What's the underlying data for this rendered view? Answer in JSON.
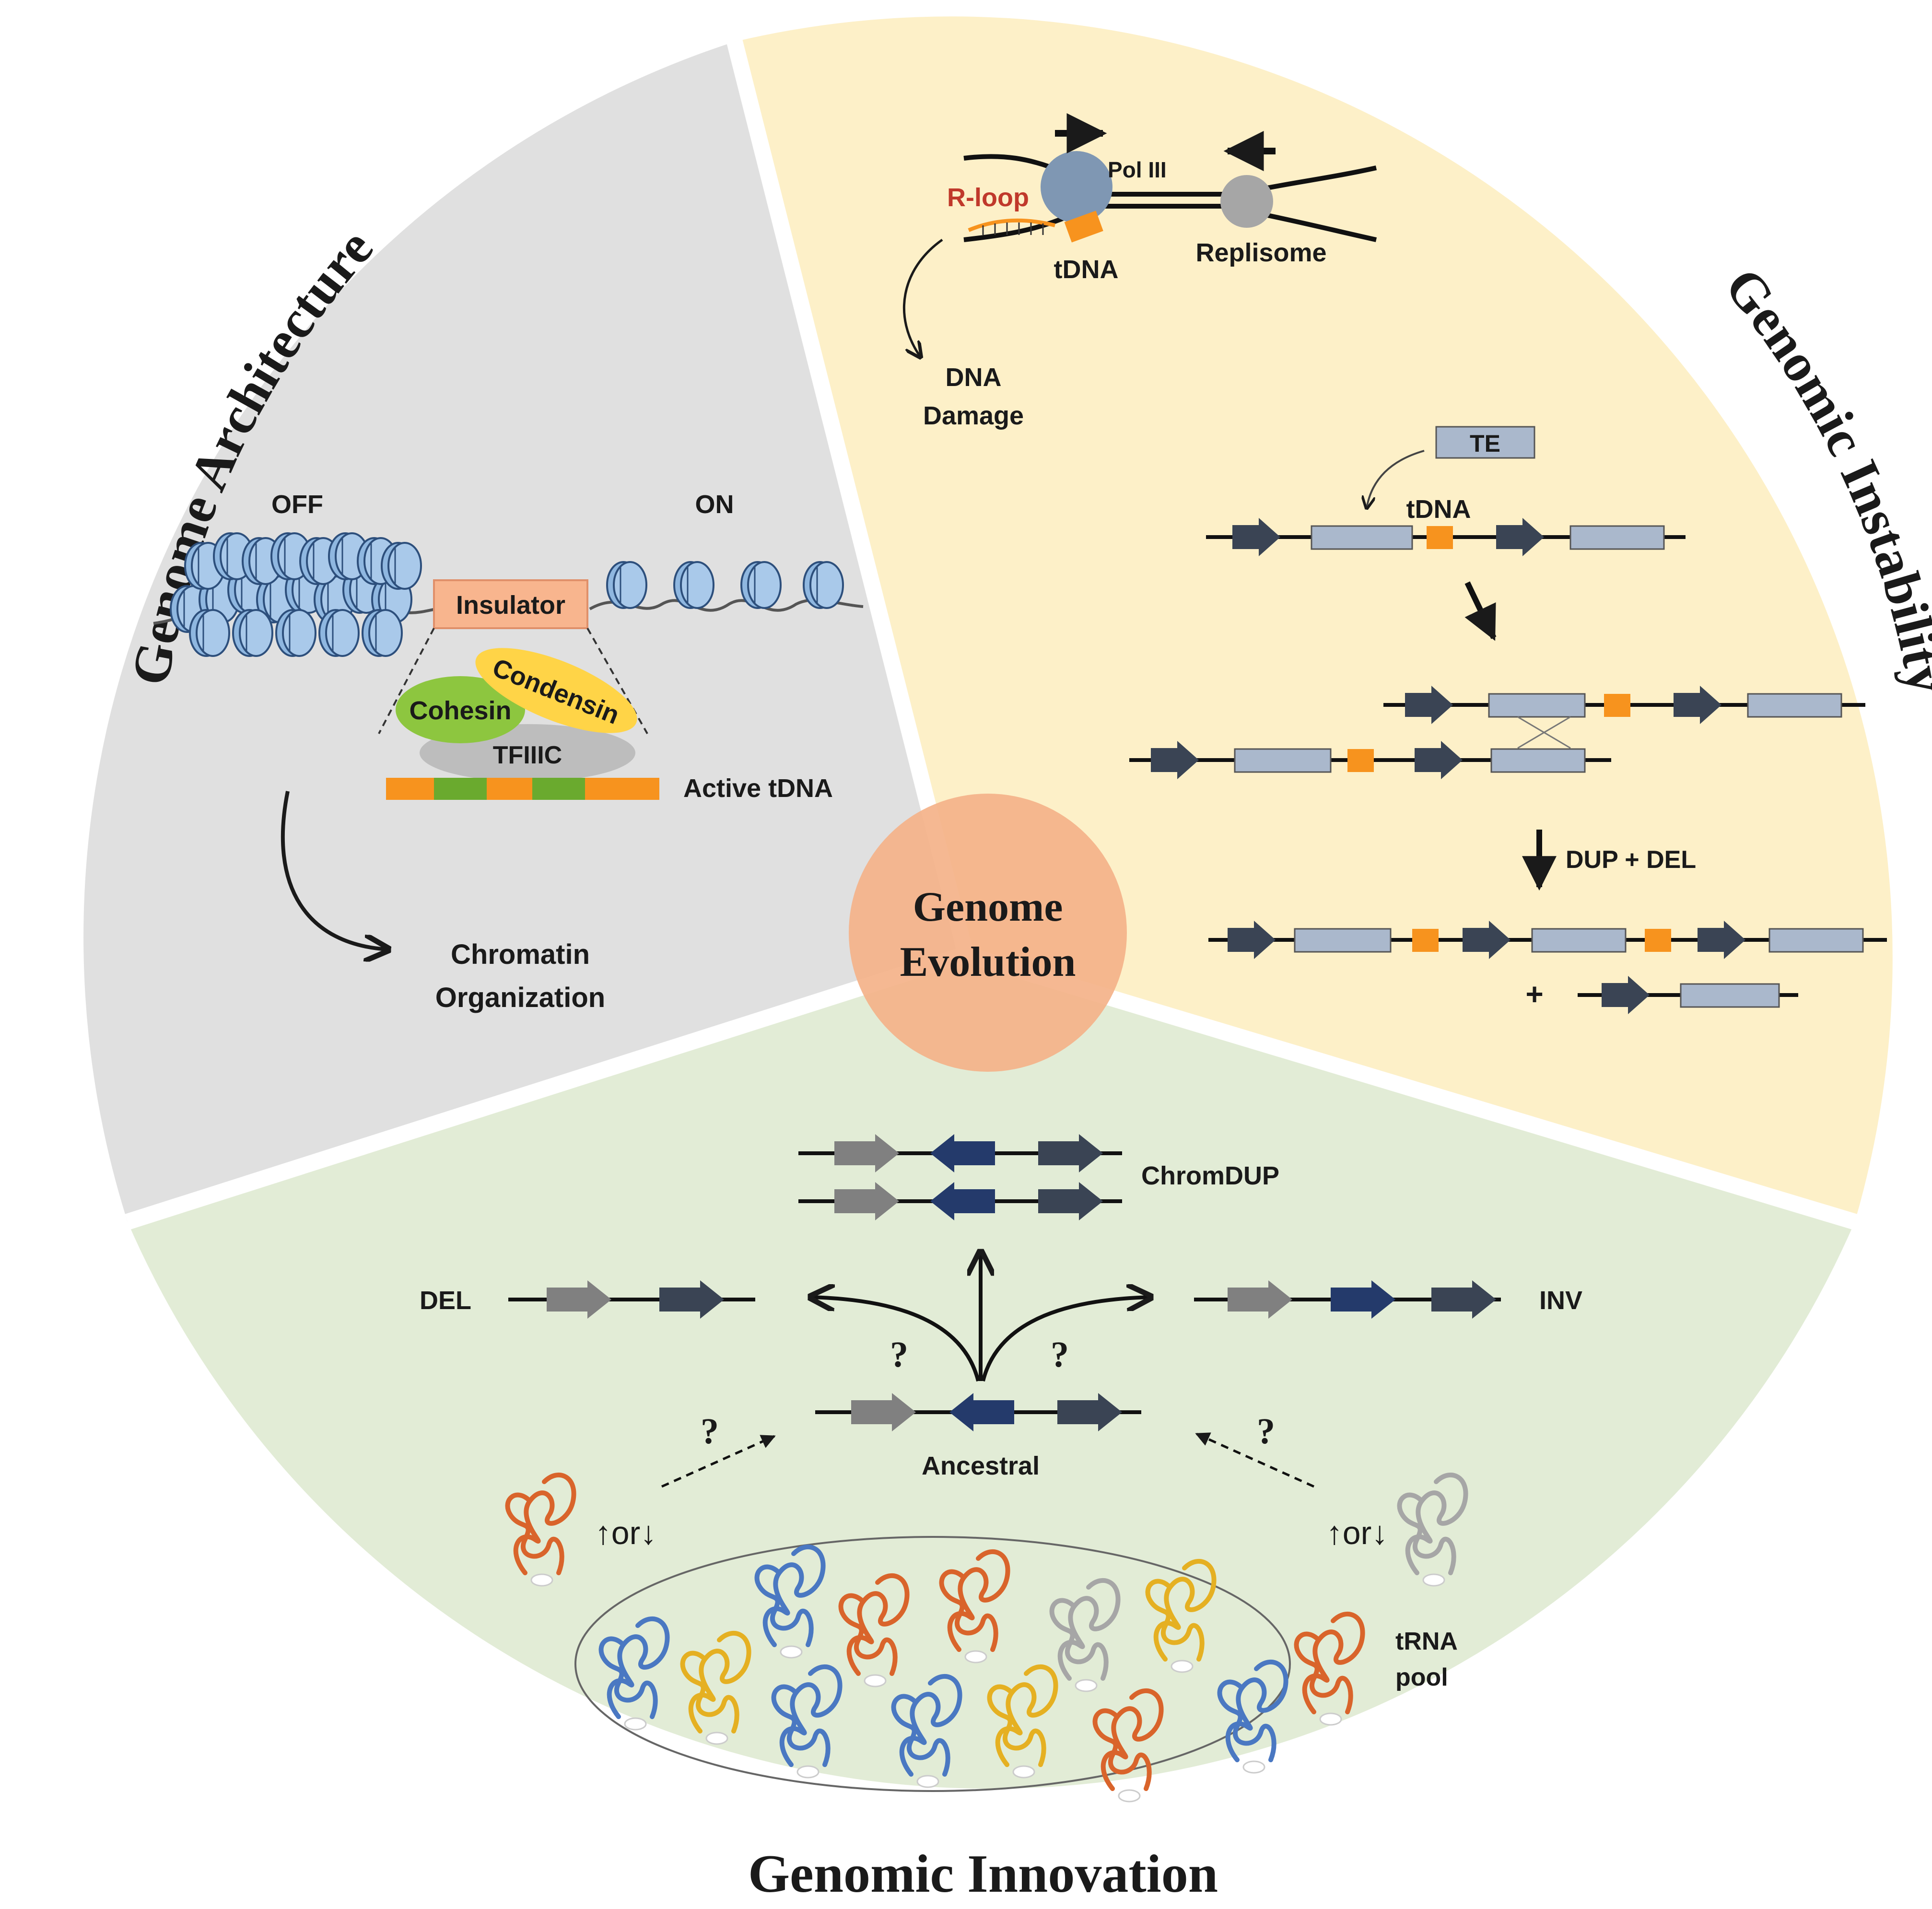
{
  "colors": {
    "architecture_bg": "#e0e0e0",
    "instability_bg": "#fdf0c8",
    "innovation_bg": "#e2ecd6",
    "center": "#f4b289",
    "tdna": "#f7931e",
    "gene_box": "#aab8cc",
    "arrow_dark": "#3a4454",
    "arrow_navy": "#243a6b",
    "arrow_gray": "#808080",
    "rloop": "#c0392b",
    "cohesin": "#8dc63f",
    "condensin": "#ffd447",
    "insulator": "#f8b58e",
    "tfiiic": "#bdbdbd",
    "trna_blue": "#4a78c2",
    "trna_orange": "#d9642b",
    "trna_yellow": "#e5b022",
    "trna_gray": "#a6a6a6"
  },
  "center": {
    "line1": "Genome",
    "line2": "Evolution"
  },
  "sections": {
    "architecture": "Genome Architecture",
    "instability": "Genomic Instability",
    "innovation": "Genomic Innovation"
  },
  "architecture": {
    "off": "OFF",
    "on": "ON",
    "insulator": "Insulator",
    "cohesin": "Cohesin",
    "condensin": "Condensin",
    "tfiiic": "TFIIIC",
    "active_tdna": "Active tDNA",
    "result_line1": "Chromatin",
    "result_line2": "Organization"
  },
  "instability": {
    "pol3": "Pol III",
    "rloop": "R-loop",
    "tdna_top": "tDNA",
    "replisome": "Replisome",
    "damage_line1": "DNA",
    "damage_line2": "Damage",
    "te": "TE",
    "tdna_mid": "tDNA",
    "dup_del": "DUP + DEL",
    "plus": "+"
  },
  "innovation": {
    "chromdup": "ChromDUP",
    "del": "DEL",
    "inv": "INV",
    "q1": "?",
    "q2": "?",
    "q3": "?",
    "q4": "?",
    "ancestral": "Ancestral",
    "up_or_down_left": "↑or↓",
    "up_or_down_right": "↑or↓",
    "trna_line1": "tRNA",
    "trna_line2": "pool"
  }
}
